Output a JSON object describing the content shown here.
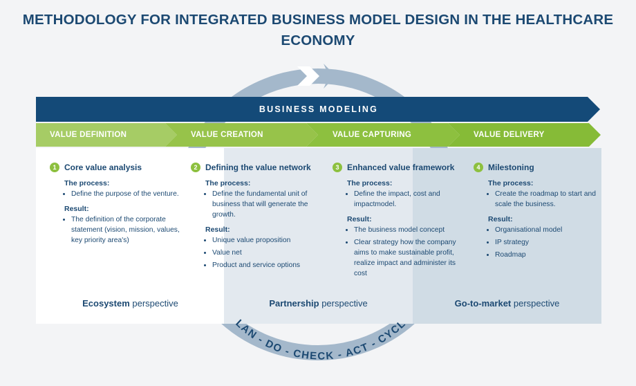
{
  "title_line1": "METHODOLOGY FOR INTEGRATED BUSINESS MODEL DESIGN IN THE HEALTHCARE",
  "title_line2": "ECONOMY",
  "business_modeling": "BUSINESS MODELING",
  "cycle_text": "PLAN - DO - CHECK - ACT - CYCLE",
  "colors": {
    "navy": "#144a78",
    "green": "#8dc03f",
    "green_light": "#b5d577",
    "ring": "#9fb4c8",
    "text": "#1c4972"
  },
  "phases": [
    {
      "label": "VALUE DEFINITION"
    },
    {
      "label": "VALUE CREATION"
    },
    {
      "label": "VALUE CAPTURING"
    },
    {
      "label": "VALUE DELIVERY"
    }
  ],
  "columns": [
    {
      "num": "1",
      "heading": "Core value analysis",
      "process_label": "The process:",
      "process": [
        "Define the purpose of the venture."
      ],
      "result_label": "Result:",
      "results": [
        "The definition of the corporate statement (vision, mission, values, key priority area's)"
      ]
    },
    {
      "num": "2",
      "heading": "Defining the value network",
      "process_label": "The process:",
      "process": [
        "Define the fundamental unit of business that will generate the growth."
      ],
      "result_label": "Result:",
      "results": [
        "Unique value proposition",
        "Value net",
        "Product and service options"
      ]
    },
    {
      "num": "3",
      "heading": "Enhanced value framework",
      "process_label": "The process:",
      "process": [
        "Define the impact, cost and impactmodel."
      ],
      "result_label": "Result:",
      "results": [
        "The business model concept",
        "Clear strategy how the company aims to make sustainable profit, realize impact and administer its cost"
      ]
    },
    {
      "num": "4",
      "heading": "Milestoning",
      "process_label": "The process:",
      "process": [
        "Create the roadmap to start and scale the business."
      ],
      "result_label": "Result:",
      "results": [
        "Organisational model",
        "IP strategy",
        "Roadmap"
      ]
    }
  ],
  "perspectives": [
    {
      "bold": "Ecosystem",
      "rest": " perspective"
    },
    {
      "bold": "Partnership",
      "rest": " perspective"
    },
    {
      "bold": "Go-to-market",
      "rest": " perspective"
    }
  ]
}
